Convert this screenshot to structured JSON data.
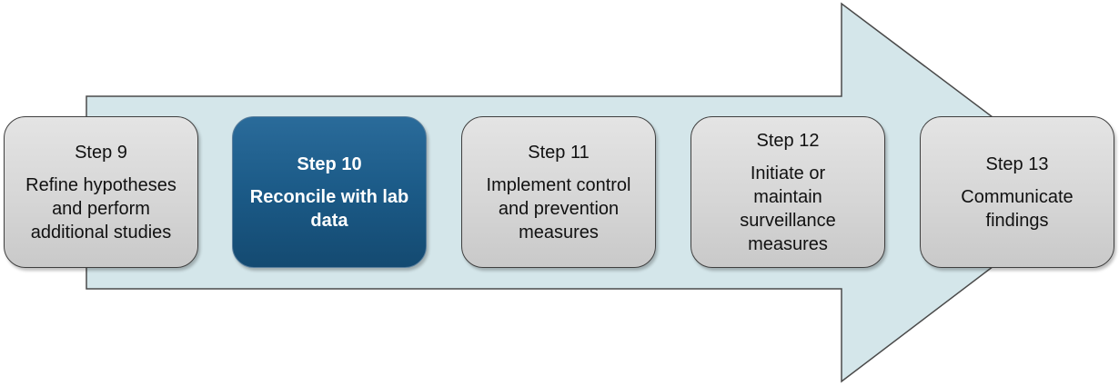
{
  "colors": {
    "arrow_fill": "#d4e6ea",
    "arrow_stroke": "#4a4a4a",
    "box_fill": "#d8d8d8",
    "active_fill": "#1b5a87",
    "active_text": "#ffffff",
    "text": "#111111"
  },
  "steps": [
    {
      "title": "Step 9",
      "desc": "Refine hypotheses\nand perform\nadditional studies",
      "active": false
    },
    {
      "title": "Step 10",
      "desc": "Reconcile with lab\ndata",
      "active": true
    },
    {
      "title": "Step 11",
      "desc": "Implement control\nand prevention\nmeasures",
      "active": false
    },
    {
      "title": "Step 12",
      "desc": "Initiate or\nmaintain\nsurveillance\nmeasures",
      "active": false
    },
    {
      "title": "Step 13",
      "desc": "Communicate\nfindings",
      "active": false
    }
  ]
}
